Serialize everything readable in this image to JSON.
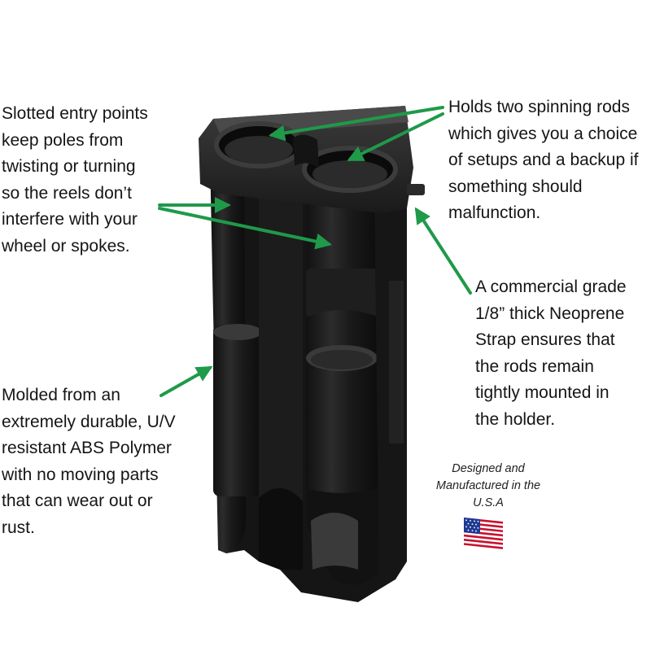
{
  "callouts": {
    "slotted": {
      "lines": [
        "Slotted entry points",
        "keep poles from",
        "twisting or turning",
        "so the reels don’t",
        "interfere with your",
        "wheel or spokes."
      ]
    },
    "holds": {
      "lines": [
        "Holds two spinning rods",
        "which gives you a choice",
        "of setups and a backup if",
        "something should",
        "malfunction."
      ]
    },
    "strap": {
      "lines": [
        "A commercial grade",
        "1/8” thick Neoprene",
        "Strap ensures that",
        "the rods remain",
        "tightly mounted in",
        "the holder."
      ]
    },
    "molded": {
      "lines": [
        "Molded from an",
        "extremely durable, U/V",
        "resistant ABS Polymer",
        "with no moving parts",
        "that can wear out or",
        "rust."
      ]
    }
  },
  "made_in": {
    "lines": [
      "Designed and",
      "Manufactured in the",
      "U.S.A"
    ]
  },
  "colors": {
    "arrow": "#1f9a4a",
    "product": "#1b1b1b",
    "product_highlight": "#3a3a3a",
    "background": "#ffffff"
  },
  "icons": {
    "flag": "usa-flag-icon",
    "product": "rod-holder-photo"
  }
}
